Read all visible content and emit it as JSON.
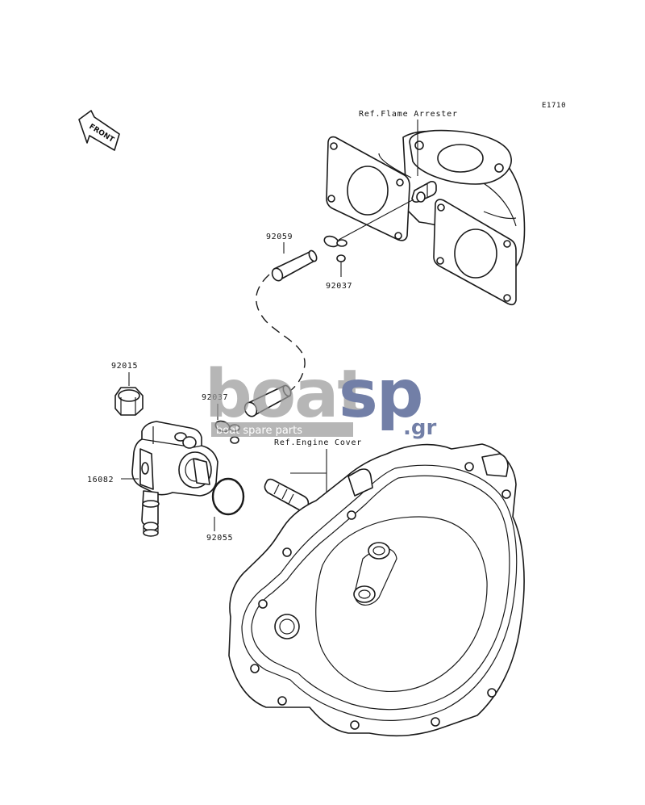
{
  "diagram": {
    "code": "E1710",
    "front_label": "FRONT",
    "refs": {
      "flame_arrester": "Ref.Flame Arrester",
      "engine_cover": "Ref.Engine Cover"
    },
    "parts": {
      "p92059": "92059",
      "p92037_top": "92037",
      "p92015": "92015",
      "p92037_mid": "92037",
      "p16082": "16082",
      "p92055": "92055"
    }
  },
  "watermark": {
    "brand_a": "boat",
    "brand_b": "sp",
    "domain": ".gr",
    "tagline": "boat spare parts",
    "color_grey": "#9a9a9a",
    "color_blue": "#3d4f86"
  }
}
